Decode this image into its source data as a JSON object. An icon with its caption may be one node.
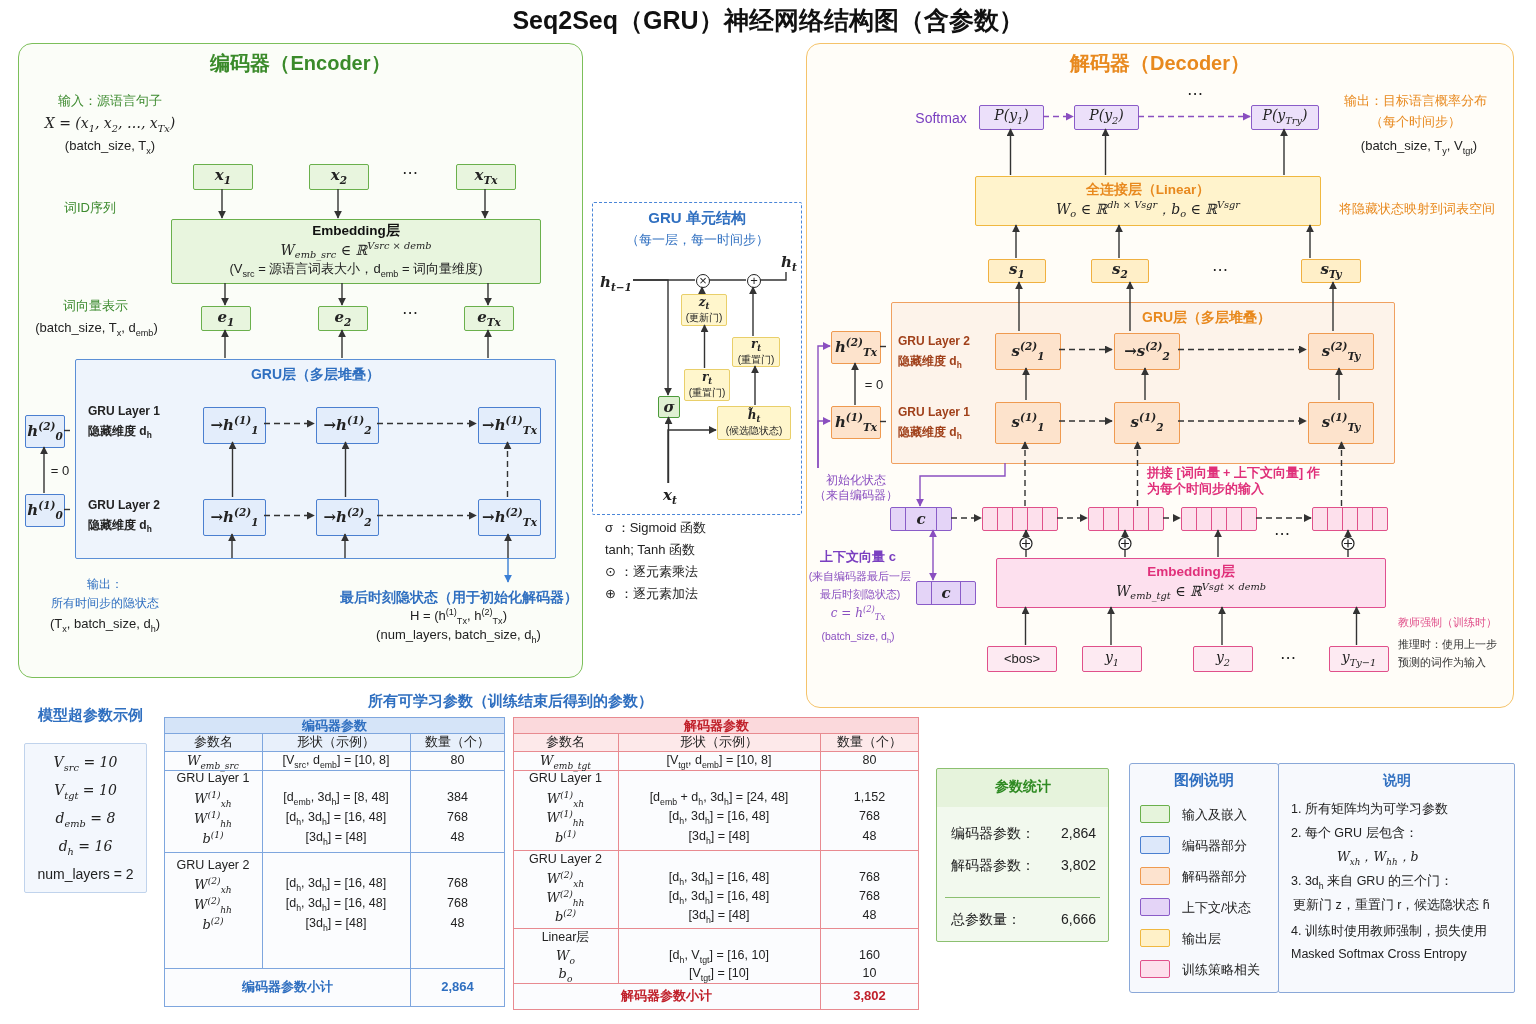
{
  "diagram": {
    "title": "Seq2Seq（GRU）神经网络结构图（含参数）",
    "nodes": [
      {
        "text": [
          "编码器（Encoder）"
        ]
      },
      {
        "text": [
          "x$_{1}$"
        ],
        "in": 0
      },
      {
        "text": [
          "x$_{2}$"
        ],
        "in": 0
      },
      {
        "text": [
          "x$_{Tx}$"
        ],
        "in": 0
      },
      {
        "text": [
          "Embedding层",
          "W$_{emb_src}$ ∈ ℝ$^{Vsrc × demb}$",
          "(V$_{src}$ = 源语言词表大小，d$_{emb}$ = 词向量维度)"
        ],
        "in": 0
      },
      {
        "text": [
          "e$_{1}$"
        ],
        "in": 0
      },
      {
        "text": [
          "e$_{2}$"
        ],
        "in": 0
      },
      {
        "text": [
          "e$_{Tx}$"
        ],
        "in": 0
      },
      {
        "text": [
          "GRU层（多层堆叠）"
        ],
        "in": 0
      },
      {
        "text": [
          "→h$^{(1)}$$_{1}$"
        ],
        "in": 8
      },
      {
        "text": [
          "→h$^{(1)}$$_{2}$"
        ],
        "in": 8
      },
      {
        "text": [
          "→h$^{(1)}$$_{Tx}$"
        ],
        "in": 8
      },
      {
        "text": [
          "→h$^{(2)}$$_{1}$"
        ],
        "in": 8
      },
      {
        "text": [
          "→h$^{(2)}$$_{2}$"
        ],
        "in": 8
      },
      {
        "text": [
          "→h$^{(2)}$$_{Tx}$"
        ],
        "in": 8
      },
      {
        "text": [
          "h$^{(2)}$$_{0}$"
        ],
        "in": 0
      },
      {
        "text": [
          "h$^{(1)}$$_{0}$"
        ],
        "in": 0
      },
      {
        "text": [
          "最后时刻隐状态（用于初始化解码器）",
          "H = (h$^{(1)}$$_{Tx}$, h$^{(2)}$$_{Tx}$)",
          "(num_layers, batch_size, d$_{h}$)"
        ],
        "in": 0
      },
      {
        "text": [
          "GRU 单元结构",
          "（每一层，每一时间步）"
        ]
      },
      {
        "text": [
          "h$_{t−1}$"
        ],
        "in": 18
      },
      {
        "text": [
          "h$_{t}$"
        ],
        "in": 18
      },
      {
        "text": [
          "σ"
        ],
        "in": 18
      },
      {
        "text": [
          "×"
        ],
        "in": 18
      },
      {
        "text": [
          "+"
        ],
        "in": 18
      },
      {
        "text": [
          "z$_{t}$",
          "(更新门)"
        ],
        "in": 18
      },
      {
        "text": [
          "r$_{t}$",
          "(重置门)"
        ],
        "in": 18
      },
      {
        "text": [
          "r$_{t}$",
          "(重置门)"
        ],
        "in": 18
      },
      {
        "text": [
          "h̃$_{t}$",
          "(候选隐状态)"
        ],
        "in": 18
      },
      {
        "text": [
          "x$_{t}$"
        ],
        "in": 18
      },
      {
        "text": [
          "解码器（Decoder）"
        ]
      },
      {
        "text": [
          "P(y$_{1}$)"
        ],
        "beside": [
          "Softmax"
        ],
        "in": 29
      },
      {
        "text": [
          "P(y$_{2}$)"
        ],
        "in": 29
      },
      {
        "text": [
          "P(y$_{Try}$)"
        ],
        "in": 29
      },
      {
        "text": [
          "全连接层（Linear）",
          "W$_{o}$ ∈ ℝ$^{dh × Vsgr}$，b$_{o}$ ∈ ℝ$^{Vsgr}$"
        ],
        "in": 29
      },
      {
        "text": [
          "s$_{1}$"
        ],
        "in": 29
      },
      {
        "text": [
          "s$_{2}$"
        ],
        "in": 29
      },
      {
        "text": [
          "s$_{Ty}$"
        ],
        "in": 29
      },
      {
        "text": [
          "GRU层（多层堆叠）"
        ],
        "in": 29
      },
      {
        "text": [
          "s$^{(2)}$$_{1}$"
        ],
        "in": 37
      },
      {
        "text": [
          "→s$^{(2)}$$_{2}$"
        ],
        "in": 37
      },
      {
        "text": [
          "s$^{(2)}$$_{Ty}$"
        ],
        "in": 37
      },
      {
        "text": [
          "s$^{(1)}$$_{1}$"
        ],
        "in": 37
      },
      {
        "text": [
          "s$^{(1)}$$_{2}$"
        ],
        "in": 37
      },
      {
        "text": [
          "s$^{(1)}$$_{Ty}$"
        ],
        "in": 37
      },
      {
        "text": [
          "h$^{(2)}$$_{Tx}$"
        ],
        "in": 29
      },
      {
        "text": [
          "h$^{(1)}$$_{Tx}$"
        ],
        "in": 29
      },
      {
        "text": [
          "c"
        ],
        "in": 29
      },
      {
        "text": [
          "c"
        ],
        "in": 29
      },
      {
        "text": [],
        "shape": "box",
        "in": 29
      },
      {
        "text": [],
        "shape": "box",
        "in": 29
      },
      {
        "text": [],
        "shape": "box",
        "in": 29
      },
      {
        "text": [],
        "shape": "box",
        "in": 29
      },
      {
        "text": [
          "Embedding层",
          "W$_{emb_tgt}$ ∈ ℝ$^{Vsgt × demb}$"
        ],
        "in": 29
      },
      {
        "text": [
          "<bos>"
        ],
        "in": 29
      },
      {
        "text": [
          "y$_{1}$"
        ],
        "in": 29
      },
      {
        "text": [
          "y$_{2}$"
        ],
        "in": 29
      },
      {
        "text": [
          "y$_{Ty−1}$"
        ],
        "in": 29
      },
      {
        "text": [
          "模型超参数示例",
          "V$_{src}$ = 10",
          "V$_{tgt}$ = 10",
          "d$_{emb}$ = 8",
          "d$_{h}$ = 16",
          "num_layers = 2"
        ]
      },
      {
        "text": [
          "参数统计",
          "编码器参数：",
          "2,864",
          "解码器参数：",
          "3,802",
          "总参数量：",
          "6,666"
        ]
      },
      {
        "text": [
          "说明",
          "1. 所有矩阵均为可学习参数",
          "2. 每个 GRU 层包含：",
          "W$_{xh}$，W$_{hh}$，b",
          "3. 3d$_{h}$ 来自 GRU 的三个门：",
          "更新门 z，重置门 r，候选隐状态 h̃",
          "4. 训练时使用教师强制，损失使用 Masked Softmax Cross Entropy"
        ]
      },
      {
        "text": [
          "初始化状态",
          "（来自编码器）"
        ],
        "in": 29
      }
    ],
    "edges": [
      {
        "from": 1,
        "to": 4,
        "arrow": "to"
      },
      {
        "from": 2,
        "to": 4,
        "arrow": "to"
      },
      {
        "from": 3,
        "to": 4,
        "arrow": "to"
      },
      {
        "from": 4,
        "to": 5,
        "arrow": "to"
      },
      {
        "from": 4,
        "to": 6,
        "arrow": "to"
      },
      {
        "from": 4,
        "to": 7,
        "arrow": "to"
      },
      {
        "from": 8,
        "to": 5,
        "arrow": "to"
      },
      {
        "from": 8,
        "to": 6,
        "arrow": "to"
      },
      {
        "from": 8,
        "to": 7,
        "arrow": "to"
      },
      {
        "from": 9,
        "to": 10,
        "arrow": "to",
        "style": "dashed"
      },
      {
        "from": 10,
        "to": 11,
        "arrow": "to",
        "style": "dashed"
      },
      {
        "from": 12,
        "to": 13,
        "arrow": "to",
        "style": "dashed"
      },
      {
        "from": 13,
        "to": 14,
        "arrow": "to",
        "style": "dashed"
      },
      {
        "from": 12,
        "to": 9,
        "arrow": "to"
      },
      {
        "from": 13,
        "to": 10,
        "arrow": "to"
      },
      {
        "from": 14,
        "to": 11,
        "arrow": "to",
        "style": "dashed"
      },
      {
        "from": null,
        "to": 12,
        "arrow": "to"
      },
      {
        "from": null,
        "to": 13,
        "arrow": "to"
      },
      {
        "from": null,
        "to": 14,
        "arrow": "to"
      },
      {
        "from": 8,
        "to": 17,
        "arrow": "to",
        "color": "#3a7fd5"
      },
      {
        "from": 16,
        "to": 15,
        "arrow": "to"
      },
      {
        "from": 15,
        "to": 8,
        "arrow": "none",
        "style": "dashed"
      },
      {
        "from": 16,
        "to": 8,
        "arrow": "none",
        "style": "dashed"
      },
      {
        "from": 19,
        "to": 22,
        "arrow": "none"
      },
      {
        "from": 22,
        "to": 23,
        "arrow": "none"
      },
      {
        "from": 23,
        "to": 20,
        "arrow": "none"
      },
      {
        "from": 19,
        "to": 21,
        "arrow": "to"
      },
      {
        "from": 28,
        "to": 21,
        "arrow": "to"
      },
      {
        "from": 28,
        "to": 27,
        "arrow": "to"
      },
      {
        "from": 26,
        "to": 24,
        "arrow": "to"
      },
      {
        "from": 24,
        "to": 22,
        "arrow": "to"
      },
      {
        "from": 27,
        "to": 25,
        "arrow": "to"
      },
      {
        "from": 25,
        "to": 23,
        "arrow": "to"
      },
      {
        "from": 30,
        "to": 31,
        "arrow": "to",
        "style": "dashed",
        "color": "#8a4fc0"
      },
      {
        "from": 31,
        "to": 32,
        "arrow": "to",
        "style": "dashed",
        "color": "#8a4fc0"
      },
      {
        "from": 33,
        "to": 30,
        "arrow": "to"
      },
      {
        "from": 33,
        "to": 31,
        "arrow": "to"
      },
      {
        "from": 33,
        "to": 32,
        "arrow": "to"
      },
      {
        "from": 34,
        "to": 33,
        "arrow": "to"
      },
      {
        "from": 35,
        "to": 33,
        "arrow": "to"
      },
      {
        "from": 36,
        "to": 33,
        "arrow": "to"
      },
      {
        "from": 38,
        "to": 34,
        "arrow": "to"
      },
      {
        "from": 39,
        "to": 35,
        "arrow": "to"
      },
      {
        "from": 40,
        "to": 36,
        "arrow": "to"
      },
      {
        "from": 41,
        "to": 38,
        "arrow": "to"
      },
      {
        "from": 42,
        "to": 39,
        "arrow": "to"
      },
      {
        "from": 43,
        "to": 40,
        "arrow": "to"
      },
      {
        "from": 38,
        "to": 39,
        "arrow": "to",
        "style": "dashed"
      },
      {
        "from": 39,
        "to": 40,
        "arrow": "to",
        "style": "dashed"
      },
      {
        "from": 41,
        "to": 42,
        "arrow": "to",
        "style": "dashed"
      },
      {
        "from": 42,
        "to": 43,
        "arrow": "to",
        "style": "dashed"
      },
      {
        "from": 45,
        "to": 44,
        "arrow": "to"
      },
      {
        "from": 44,
        "to": 37,
        "arrow": "none",
        "style": "dashed"
      },
      {
        "from": 45,
        "to": 37,
        "arrow": "none",
        "style": "dashed"
      },
      {
        "from": 60,
        "to": 44,
        "arrow": "to",
        "color": "#8a4fc0"
      },
      {
        "from": 60,
        "to": 45,
        "arrow": "to",
        "color": "#8a4fc0"
      },
      {
        "from": 37,
        "to": 46,
        "arrow": "to",
        "color": "#8a4fc0"
      },
      {
        "from": 46,
        "to": 47,
        "arrow": "both",
        "color": "#8a4fc0"
      },
      {
        "from": 46,
        "to": 48,
        "arrow": "to",
        "style": "dashed"
      },
      {
        "from": 48,
        "to": 49,
        "arrow": "to",
        "style": "dashed"
      },
      {
        "from": 49,
        "to": 50,
        "arrow": "to",
        "style": "dashed"
      },
      {
        "from": 50,
        "to": 51,
        "arrow": "to",
        "style": "dashed"
      },
      {
        "from": 48,
        "to": 41,
        "arrow": "to",
        "style": "dashed"
      },
      {
        "from": 49,
        "to": 42,
        "arrow": "to",
        "style": "dashed"
      },
      {
        "from": 51,
        "to": 43,
        "arrow": "to",
        "style": "dashed"
      },
      {
        "from": 52,
        "to": 48,
        "arrow": "to"
      },
      {
        "from": 52,
        "to": 49,
        "arrow": "to"
      },
      {
        "from": 52,
        "to": 50,
        "arrow": "to"
      },
      {
        "from": 52,
        "to": 51,
        "arrow": "to"
      },
      {
        "from": 53,
        "to": 52,
        "arrow": "to"
      },
      {
        "from": 54,
        "to": 52,
        "arrow": "to"
      },
      {
        "from": 55,
        "to": 52,
        "arrow": "to"
      },
      {
        "from": 56,
        "to": 52,
        "arrow": "to"
      }
    ],
    "labels": [
      "输入：源语言句子",
      "X = (x$_{1}$, x$_{2}$, …, x$_{Tx}$)",
      "(batch_size, T$_{x}$)",
      "⋯",
      "词ID序列",
      "词向量表示",
      "(batch_size, T$_{x}$, d$_{emb}$)",
      "⋯",
      "GRU Layer 1",
      "隐藏维度 d$_{h}$",
      "GRU Layer 2",
      "隐藏维度 d$_{h}$",
      "= 0",
      "输出：",
      "所有时间步的隐状态",
      "(T$_{x}$, batch_size, d$_{h}$)",
      "σ ：Sigmoid 函数",
      "tanh; Tanh 函数",
      "⊙ ：逐元素乘法",
      "⊕ ：逐元素加法",
      "⋯",
      "输出：目标语言概率分布",
      "（每个时间步）",
      "(batch_size, T$_{y}$, V$_{tgt}$)",
      "将隐藏状态映射到词表空间",
      "⋯",
      "GRU Layer 2",
      "隐藏维度 d$_{h}$",
      "GRU Layer 1",
      "隐藏维度 d$_{h}$",
      "= 0",
      "拼接 [词向量 + 上下文向量] 作为每个时间步的输入",
      "⋯",
      "上下文向量 c",
      "(来自编码器最后一层",
      "最后时刻隐状态)",
      "c = h$^{(2)}$$_{Tx}$",
      "(batch_size, d$_{h}$)",
      "⋯",
      "教师强制（训练时）",
      "推理时：使用上一步",
      "预测的词作为输入",
      "所有可学习参数（训练结束后得到的参数）",
      "编码器参数",
      "参数名",
      "形状（示例）",
      "数量（个）",
      "W$_{emb_src}$",
      "[V$_{src}$, d$_{emb}$] = [10, 8]",
      "80",
      "GRU Layer 1",
      "W$^{(1)}$$_{xh}$",
      "[d$_{emb}$, 3d$_{h}$] = [8, 48]",
      "384",
      "W$^{(1)}$$_{hh}$",
      "[d$_{h}$, 3d$_{h}$] = [16, 48]",
      "768",
      "b$^{(1)}$",
      "[3d$_{h}$] = [48]",
      "48",
      "GRU Layer 2",
      "W$^{(2)}$$_{xh}$",
      "[d$_{h}$, 3d$_{h}$] = [16, 48]",
      "768",
      "W$^{(2)}$$_{hh}$",
      "[d$_{h}$, 3d$_{h}$] = [16, 48]",
      "768",
      "b$^{(2)}$",
      "[3d$_{h}$] = [48]",
      "48",
      "编码器参数小计",
      "2,864",
      "解码器参数",
      "参数名",
      "形状（示例）",
      "数量（个）",
      "W$_{emb_tgt}$",
      "[V$_{tgt}$, d$_{emb}$] = [10, 8]",
      "80",
      "GRU Layer 1",
      "W$^{(1)}$$_{xh}$",
      "[d$_{emb}$ + d$_{h}$, 3d$_{h}$] = [24, 48]",
      "1,152",
      "W$^{(1)}$$_{hh}$",
      "[d$_{h}$, 3d$_{h}$] = [16, 48]",
      "768",
      "b$^{(1)}$",
      "[3d$_{h}$] = [48]",
      "48",
      "GRU Layer 2",
      "W$^{(2)}$$_{xh}$",
      "[d$_{h}$, 3d$_{h}$] = [16, 48]",
      "768",
      "W$^{(2)}$$_{hh}$",
      "[d$_{h}$, 3d$_{h}$] = [16, 48]",
      "768",
      "b$^{(2)}$",
      "[3d$_{h}$] = [48]",
      "48",
      "Linear层",
      "W$_{o}$",
      "[d$_{h}$, V$_{tgt}$] = [16, 10]",
      "160",
      "b$_{o}$",
      "[V$_{tgt}$] = [10]",
      "10",
      "解码器参数小计",
      "3,802",
      "图例说明"
    ],
    "legend": [
      {
        "text": "输入及嵌入",
        "color": "#e6f4dc"
      },
      {
        "text": "编码器部分",
        "color": "#dde8fa"
      },
      {
        "text": "解码器部分",
        "color": "#fde3cf"
      },
      {
        "text": "上下文/状态",
        "color": "#e4d4f7"
      },
      {
        "text": "输出层",
        "color": "#fff1c8"
      },
      {
        "text": "训练策略相关",
        "color": "#fde0ec"
      }
    ]
  }
}
